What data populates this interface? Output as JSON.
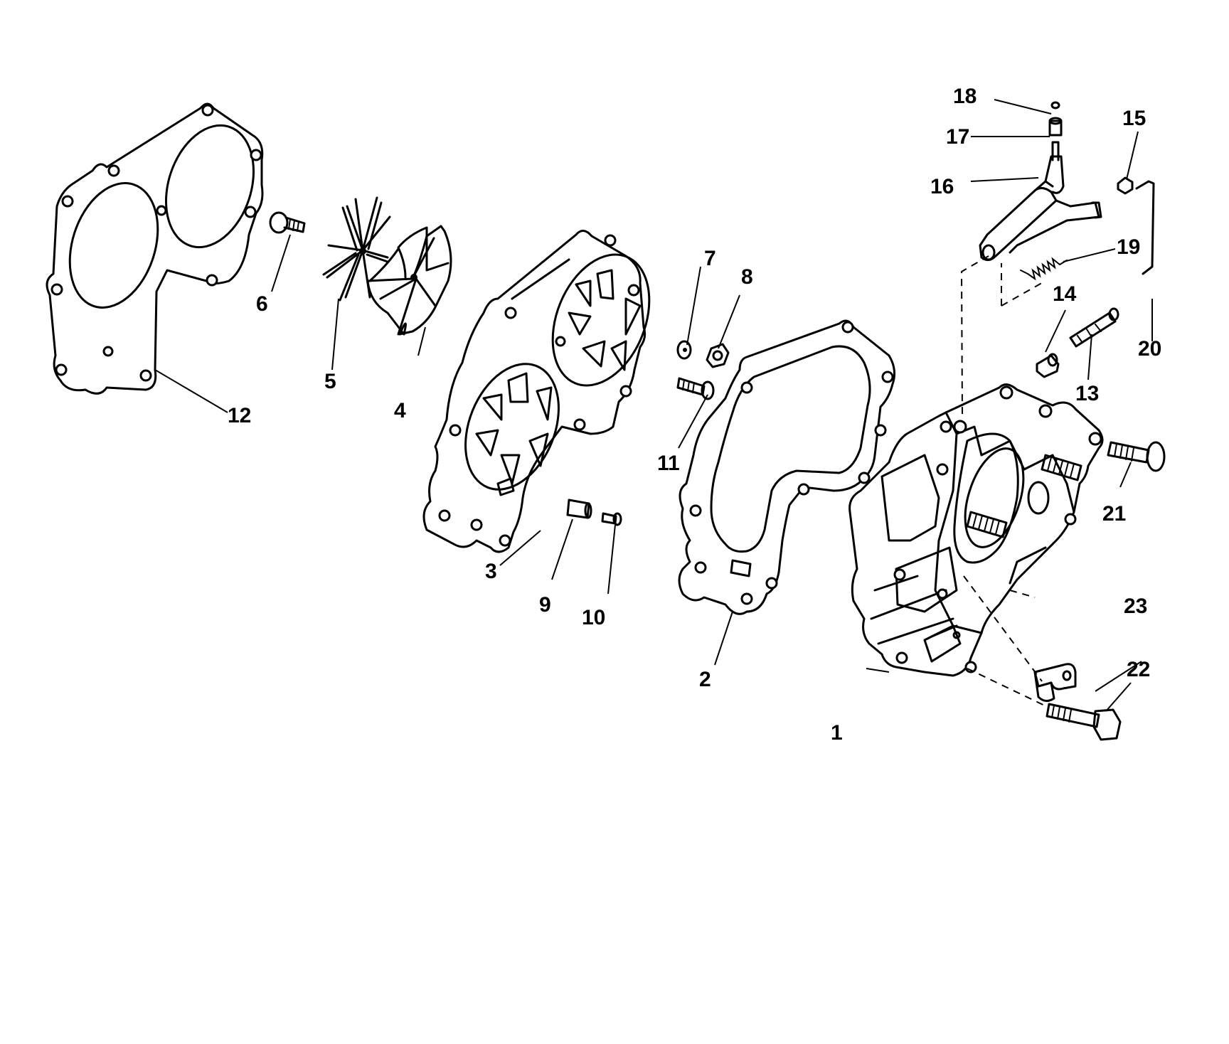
{
  "diagram": {
    "callouts": {
      "c1": "1",
      "c2": "2",
      "c3": "3",
      "c4": "4",
      "c5": "5",
      "c6": "6",
      "c7": "7",
      "c8": "8",
      "c9": "9",
      "c10": "10",
      "c11": "11",
      "c12": "12",
      "c13": "13",
      "c14": "14",
      "c15": "15",
      "c16": "16",
      "c17": "17",
      "c18": "18",
      "c19": "19",
      "c20": "20",
      "c21": "21",
      "c22": "22",
      "c23": "23"
    }
  }
}
